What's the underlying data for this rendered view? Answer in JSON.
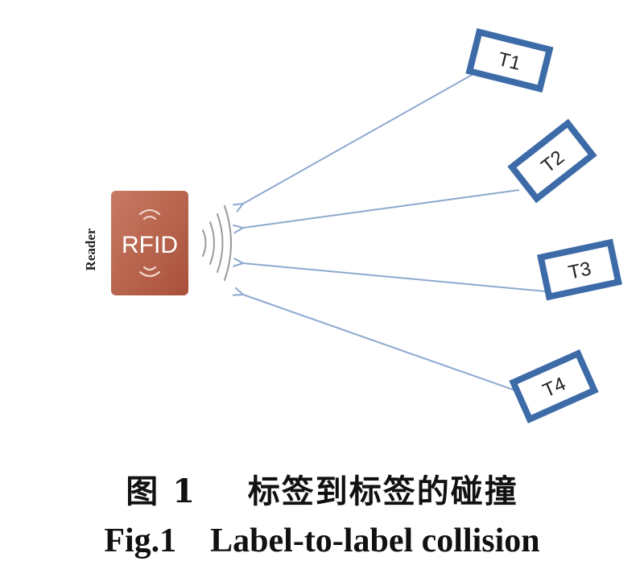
{
  "reader": {
    "side_label": "Reader",
    "chip_label": "RFID",
    "body_color": "#b8614a",
    "icon": "rfid-signal-icon"
  },
  "tags": [
    {
      "id": "t1",
      "label": "T1"
    },
    {
      "id": "t2",
      "label": "T2"
    },
    {
      "id": "t3",
      "label": "T3"
    },
    {
      "id": "t4",
      "label": "T4"
    }
  ],
  "colors": {
    "tag_border": "#3d6ba8",
    "arrow": "#8ea8cf",
    "waves": "#9a9a9a",
    "text": "#111111"
  },
  "caption": {
    "cn_number": "图 1",
    "cn_title": "标签到标签的碰撞",
    "en_number": "Fig.1",
    "en_title": "Label-to-label collision"
  }
}
